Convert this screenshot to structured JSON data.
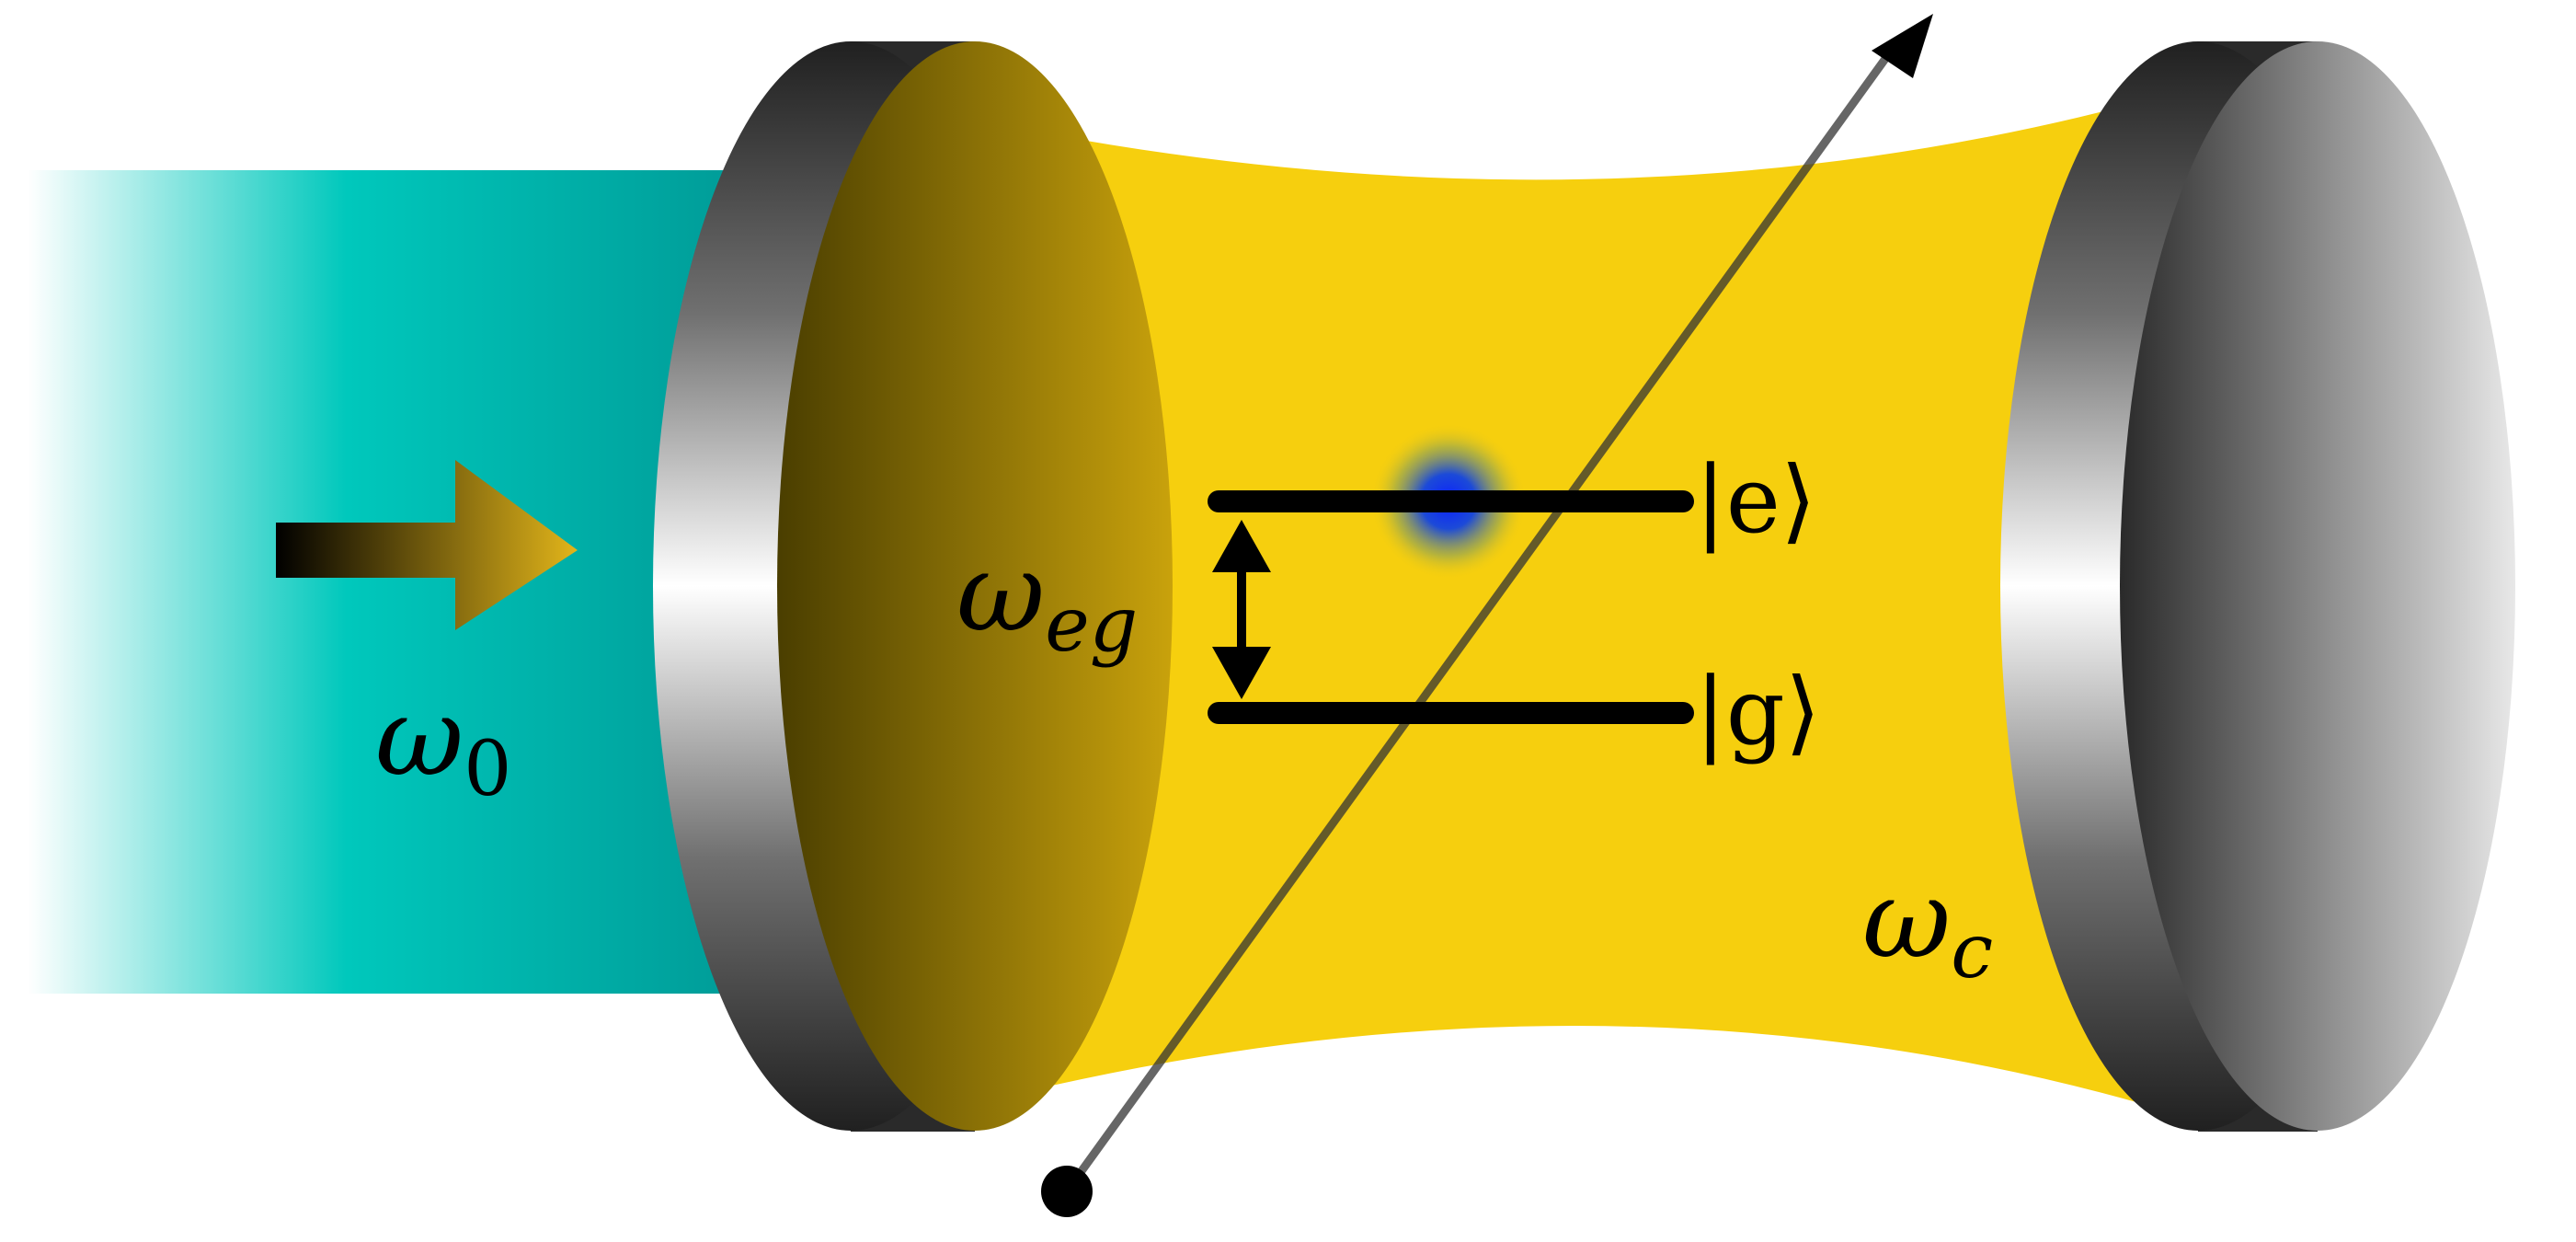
{
  "diagram": {
    "labels": {
      "pump_frequency": "ω",
      "pump_frequency_sub": "0",
      "atom_transition": "ω",
      "atom_transition_sub": "eg",
      "cavity_frequency": "ω",
      "cavity_frequency_sub": "c",
      "excited_state": "|e⟩",
      "ground_state": "|g⟩"
    },
    "colors": {
      "pump_beam": "#00c8bc",
      "cavity_field": "#f6cf0e",
      "atom": "#1030e0",
      "mirror_grey": "#808080",
      "levels": "#000000"
    }
  }
}
